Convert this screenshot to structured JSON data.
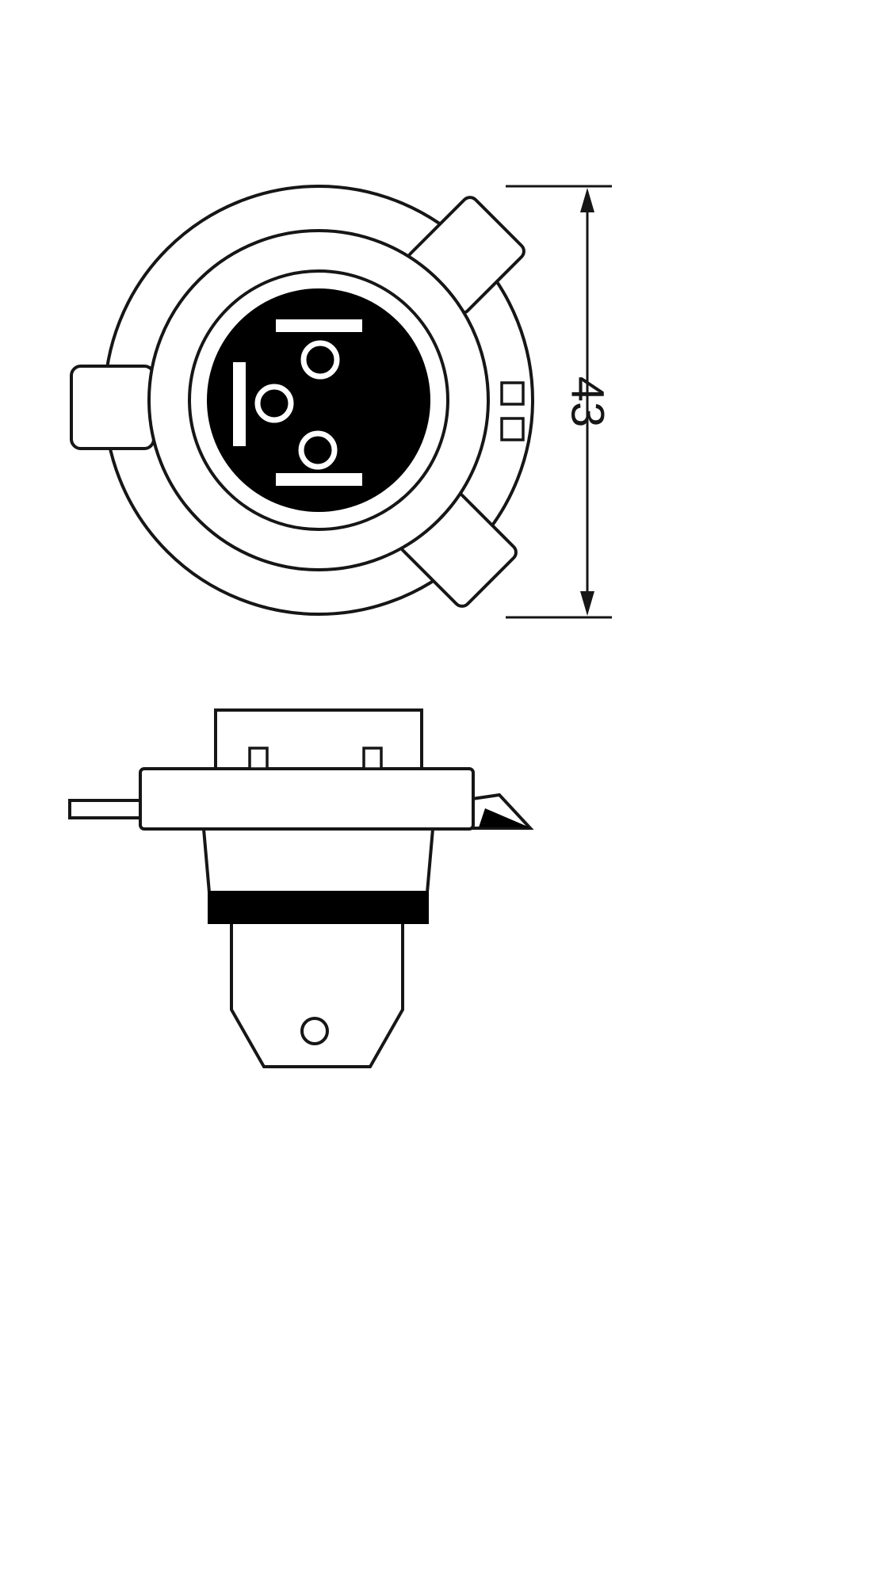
{
  "drawing": {
    "dimension": {
      "label": "43"
    },
    "colors": {
      "line": "#161616",
      "fill_black": "#000000",
      "background": "#ffffff"
    },
    "views": {
      "front_view": "bulb-connector-face-front-view",
      "side_view": "bulb-base-side-view"
    }
  }
}
